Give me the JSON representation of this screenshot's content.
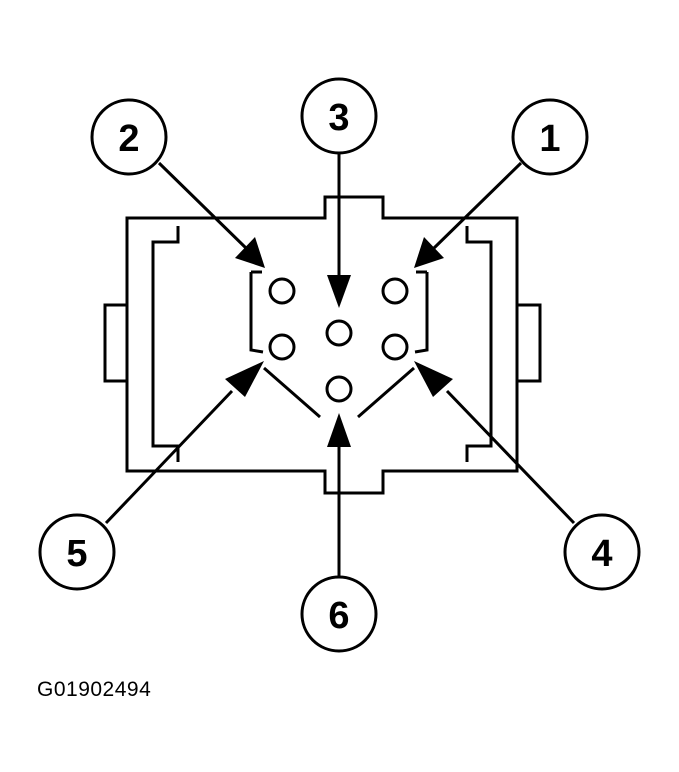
{
  "diagram": {
    "callouts": [
      {
        "label": "2"
      },
      {
        "label": "3"
      },
      {
        "label": "1"
      },
      {
        "label": "5"
      },
      {
        "label": "6"
      },
      {
        "label": "4"
      }
    ]
  },
  "figure_id": "G01902494"
}
